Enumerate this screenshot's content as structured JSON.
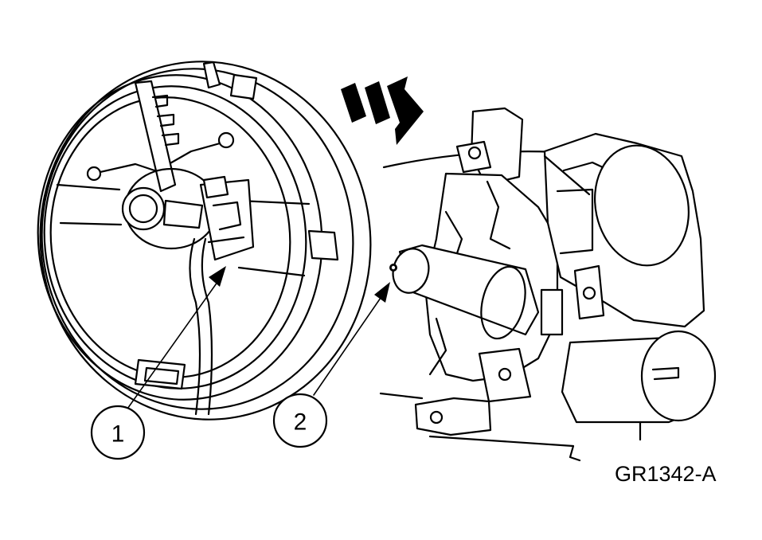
{
  "figure": {
    "id": "GR1342-A"
  },
  "callouts": [
    {
      "number": "1"
    },
    {
      "number": "2"
    }
  ],
  "icons": [
    "direction-arrow-icon"
  ]
}
